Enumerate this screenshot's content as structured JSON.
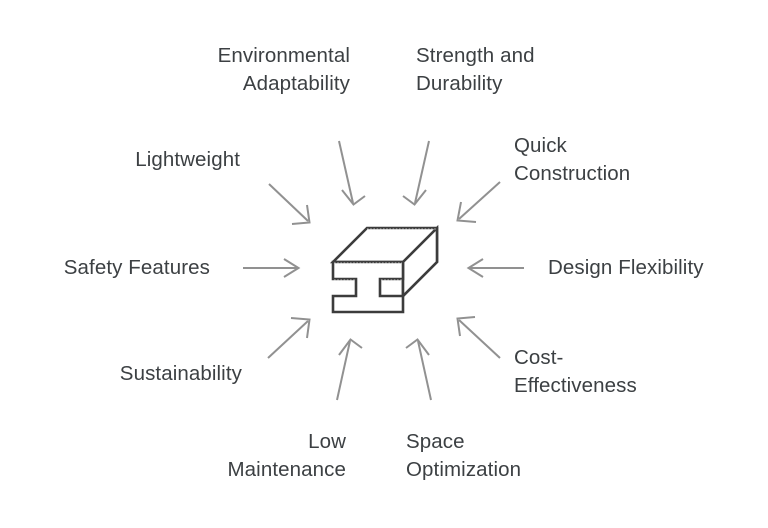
{
  "diagram": {
    "type": "radial-convergence",
    "center": {
      "icon_name": "h-beam-icon",
      "description": "Isometric H-beam / I-beam structural profile",
      "stroke_color": "#3c3c3c",
      "fill_color": "#ffffff"
    },
    "text_color": "#3c4043",
    "arrow_color": "#919191",
    "background_color": "#ffffff",
    "labels": [
      {
        "id": "environmental-adaptability",
        "text": "Environmental\nAdaptability",
        "align": "right",
        "arrow": "down",
        "position": "top-left"
      },
      {
        "id": "strength-and-durability",
        "text": "Strength and\nDurability",
        "align": "left",
        "arrow": "down",
        "position": "top-right"
      },
      {
        "id": "lightweight",
        "text": "Lightweight",
        "align": "right",
        "arrow": "down-right",
        "position": "upper-left"
      },
      {
        "id": "quick-construction",
        "text": "Quick\nConstruction",
        "align": "left",
        "arrow": "down-left",
        "position": "upper-right"
      },
      {
        "id": "safety-features",
        "text": "Safety Features",
        "align": "right",
        "arrow": "right",
        "position": "left"
      },
      {
        "id": "design-flexibility",
        "text": "Design Flexibility",
        "align": "left",
        "arrow": "left",
        "position": "right"
      },
      {
        "id": "sustainability",
        "text": "Sustainability",
        "align": "right",
        "arrow": "up-right",
        "position": "lower-left"
      },
      {
        "id": "cost-effectiveness",
        "text": "Cost-\nEffectiveness",
        "align": "left",
        "arrow": "up-left",
        "position": "lower-right"
      },
      {
        "id": "low-maintenance",
        "text": "Low\nMaintenance",
        "align": "right",
        "arrow": "up",
        "position": "bottom-left"
      },
      {
        "id": "space-optimization",
        "text": "Space\nOptimization",
        "align": "left",
        "arrow": "up",
        "position": "bottom-right"
      }
    ]
  }
}
